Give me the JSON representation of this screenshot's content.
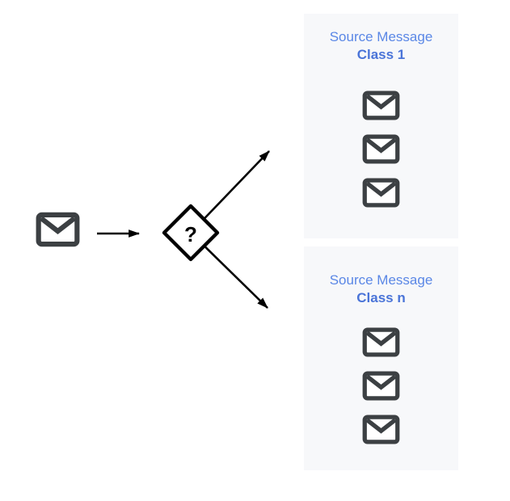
{
  "diagram": {
    "input": {
      "icon": "mail-icon"
    },
    "decision": {
      "label": "?",
      "shape": "diamond"
    },
    "groups": [
      {
        "title": "Source Message",
        "subtitle": "Class 1",
        "message_icon_count": 3
      },
      {
        "title": "Source Message",
        "subtitle": "Class n",
        "message_icon_count": 3
      }
    ],
    "colors": {
      "page_background": "#ffffff",
      "group_background": "#f7f8fa",
      "title_blue": "#5a87e6",
      "subtitle_blue": "#4a74d8",
      "mail_icon_gray": "#3c4043",
      "connector_black": "#000000"
    }
  }
}
